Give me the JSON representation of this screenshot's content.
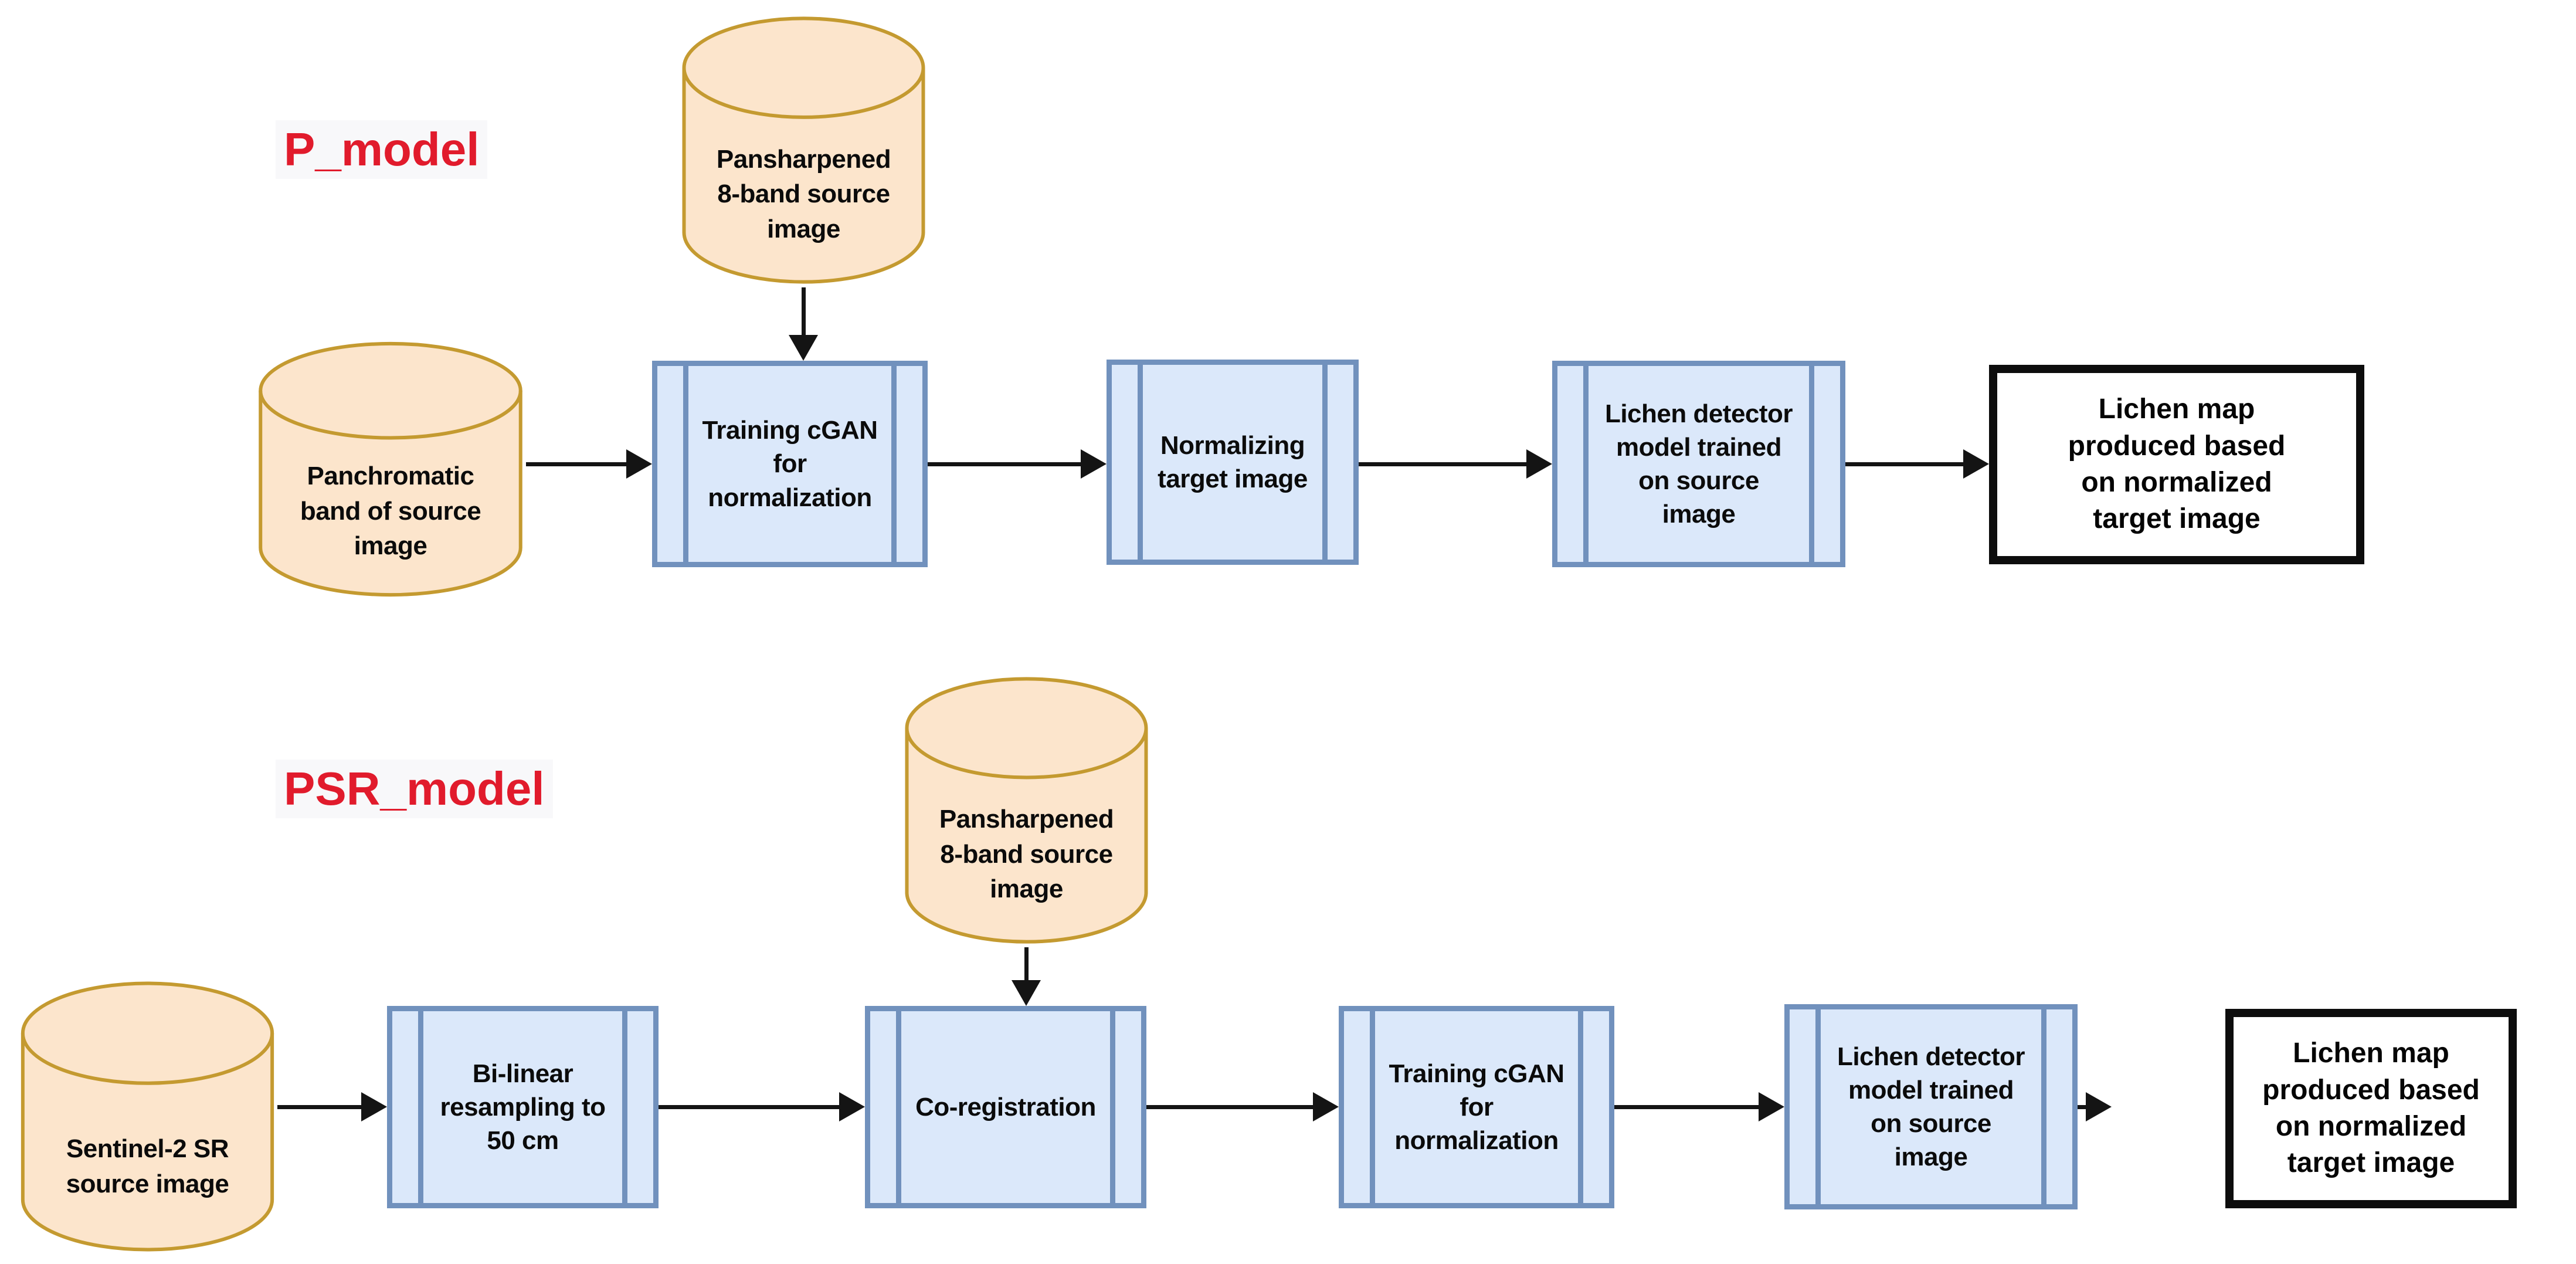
{
  "diagram": {
    "p_model": {
      "label": "P_model",
      "cylinders": {
        "pansharpened": "Pansharpened\n8-band source\nimage",
        "panchromatic": "Panchromatic\nband of source\nimage"
      },
      "steps": {
        "training_cgan": "Training cGAN\nfor\nnormalization",
        "normalizing": "Normalizing\ntarget image",
        "lichen_detector": "Lichen detector\nmodel trained\non source\nimage"
      },
      "output": "Lichen map\nproduced based\non normalized\ntarget image"
    },
    "psr_model": {
      "label": "PSR_model",
      "cylinders": {
        "sentinel": "Sentinel-2 SR\nsource image",
        "pansharpened": "Pansharpened\n8-band source\nimage"
      },
      "steps": {
        "bilinear": "Bi-linear\nresampling to\n50 cm",
        "coregistration": "Co-registration",
        "training_cgan": "Training cGAN\nfor\nnormalization",
        "lichen_detector": "Lichen detector\nmodel trained\non source\nimage"
      },
      "output": "Lichen map\nproduced based\non normalized\ntarget image"
    },
    "colors": {
      "label_red": "#e11b2c",
      "process_fill": "#dbe8fa",
      "process_border": "#7191bd",
      "cylinder_fill": "#fce5cc",
      "cylinder_border": "#c49a30",
      "output_border": "#0d0d0d",
      "arrow": "#141414"
    }
  }
}
